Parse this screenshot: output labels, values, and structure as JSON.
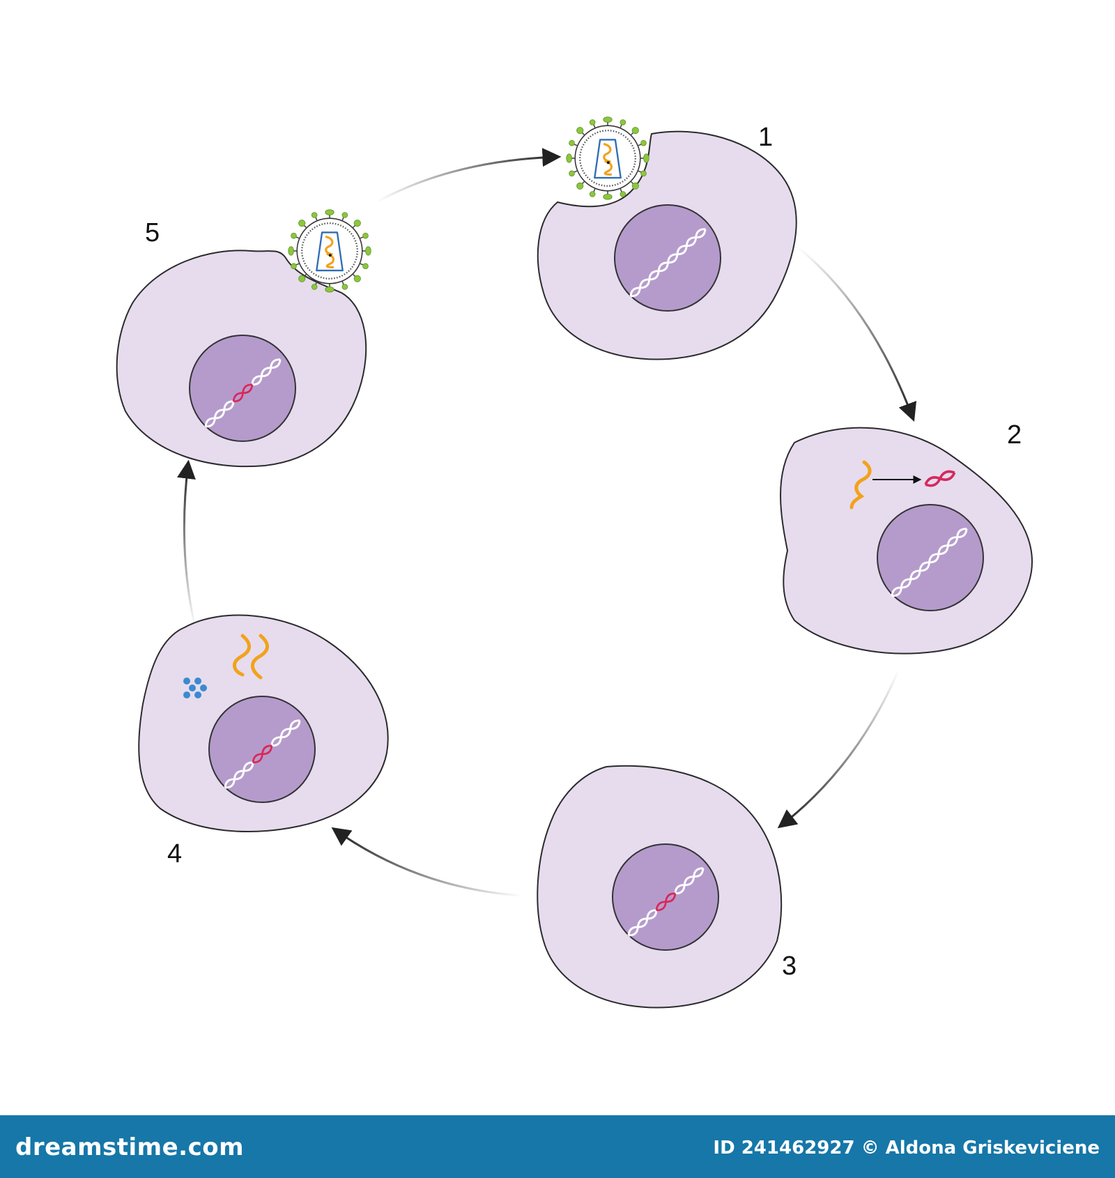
{
  "steps": [
    "1",
    "2",
    "3",
    "4",
    "5"
  ],
  "colors": {
    "cell_fill": "#e6dcee",
    "cell_stroke": "#2b2b2b",
    "nucleus_fill": "#b59bcc",
    "viral_rna": "#f2a21b",
    "proviral_dna": "#d42a5b",
    "host_dna": "#ffffff",
    "envelope_spike": "#8cc63f",
    "capsid": "#2e6db5",
    "protein": "#3b8ad0",
    "footer_bg": "#1677a8"
  },
  "icons": [
    "virus-icon",
    "viral-rna-icon",
    "dna-helix-icon",
    "protein-dots-icon",
    "cycle-arrow-icon"
  ],
  "footer": {
    "brand": "dreamstime.com",
    "credit": "ID 241462927 © Aldona Griskeviciene"
  }
}
